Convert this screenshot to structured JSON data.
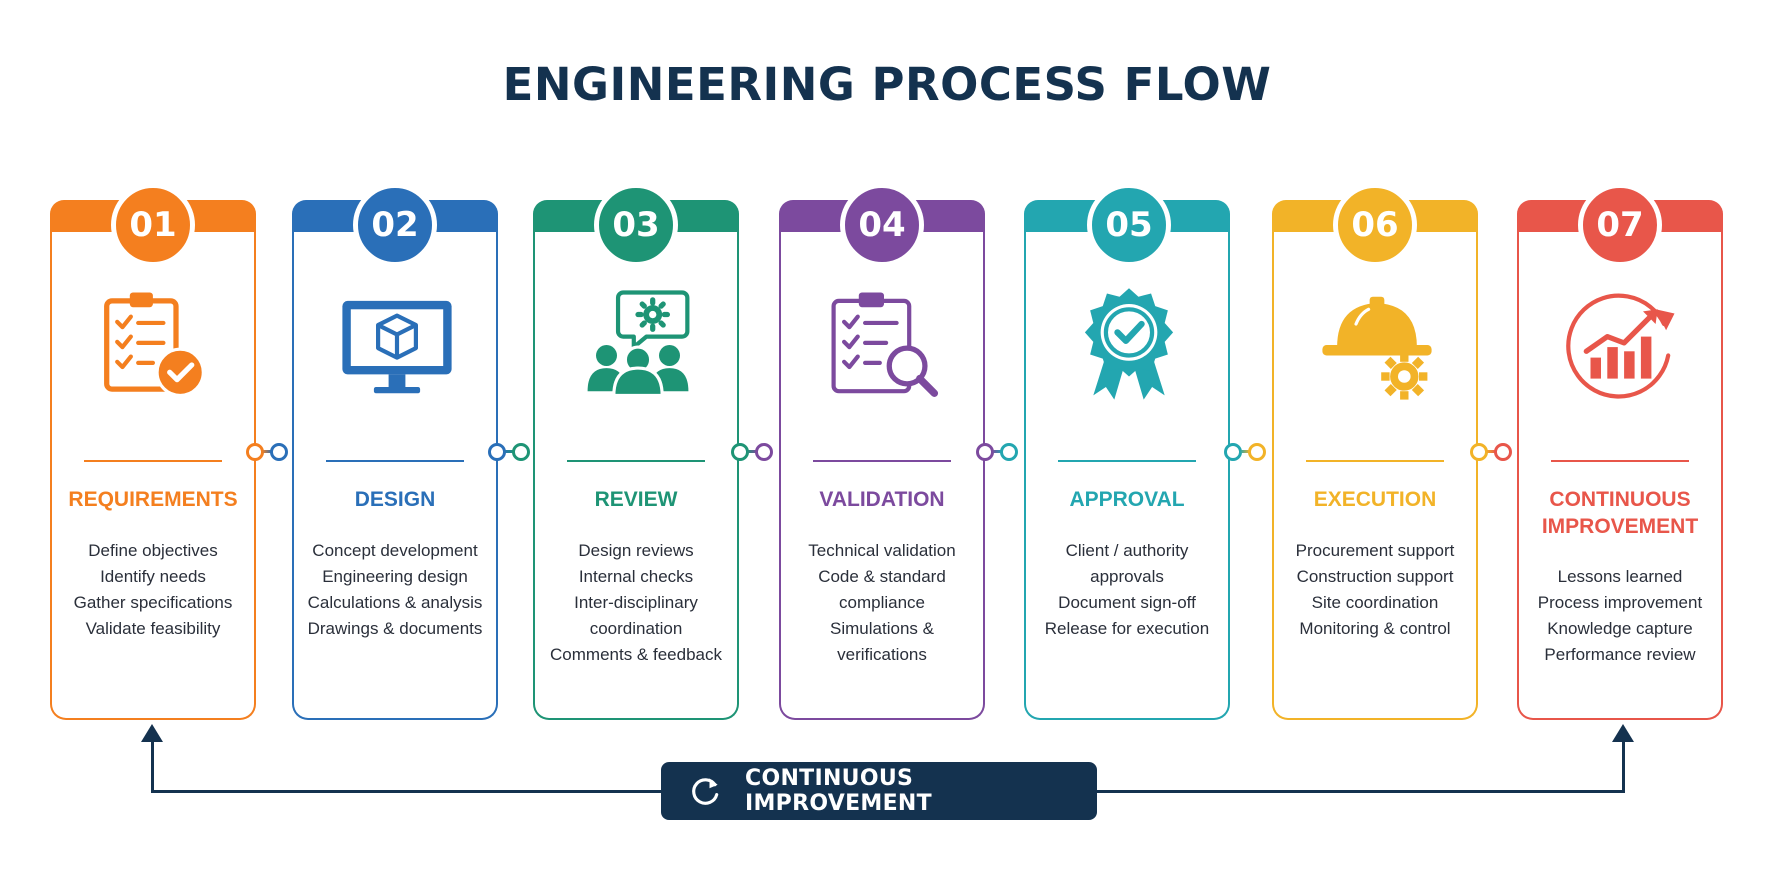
{
  "title": "ENGINEERING PROCESS FLOW",
  "colors": {
    "orange": "#f47f1f",
    "blue": "#2a6fb8",
    "green": "#1e9475",
    "purple": "#7c4a9e",
    "teal": "#23a6b0",
    "yellow": "#f2b328",
    "red": "#e8564a",
    "navy": "#14324f"
  },
  "steps": [
    {
      "number": "01",
      "heading": "REQUIREMENTS",
      "icon": "clipboard-checklist-icon",
      "items": [
        "Define objectives",
        "Identify needs",
        "Gather specifications",
        "Validate feasibility"
      ]
    },
    {
      "number": "02",
      "heading": "DESIGN",
      "icon": "monitor-cube-icon",
      "items": [
        "Concept development",
        "Engineering design",
        "Calculations & analysis",
        "Drawings & documents"
      ]
    },
    {
      "number": "03",
      "heading": "REVIEW",
      "icon": "team-gear-icon",
      "items": [
        "Design reviews",
        "Internal checks",
        "Inter-disciplinary",
        "coordination",
        "Comments & feedback"
      ]
    },
    {
      "number": "04",
      "heading": "VALIDATION",
      "icon": "clipboard-magnifier-icon",
      "items": [
        "Technical validation",
        "Code & standard",
        "compliance",
        "Simulations &",
        "verifications"
      ]
    },
    {
      "number": "05",
      "heading": "APPROVAL",
      "icon": "approval-badge-icon",
      "items": [
        "Client / authority",
        "approvals",
        "Document sign-off",
        "Release for execution"
      ]
    },
    {
      "number": "06",
      "heading": "EXECUTION",
      "icon": "hard-hat-gear-icon",
      "items": [
        "Procurement support",
        "Construction support",
        "Site coordination",
        "Monitoring & control"
      ]
    },
    {
      "number": "07",
      "heading_lines": [
        "CONTINUOUS",
        "IMPROVEMENT"
      ],
      "icon": "growth-chart-icon",
      "items": [
        "Lessons learned",
        "Process improvement",
        "Knowledge capture",
        "Performance review"
      ]
    }
  ],
  "loop": {
    "label": "CONTINUOUS IMPROVEMENT",
    "icon": "refresh-icon"
  }
}
